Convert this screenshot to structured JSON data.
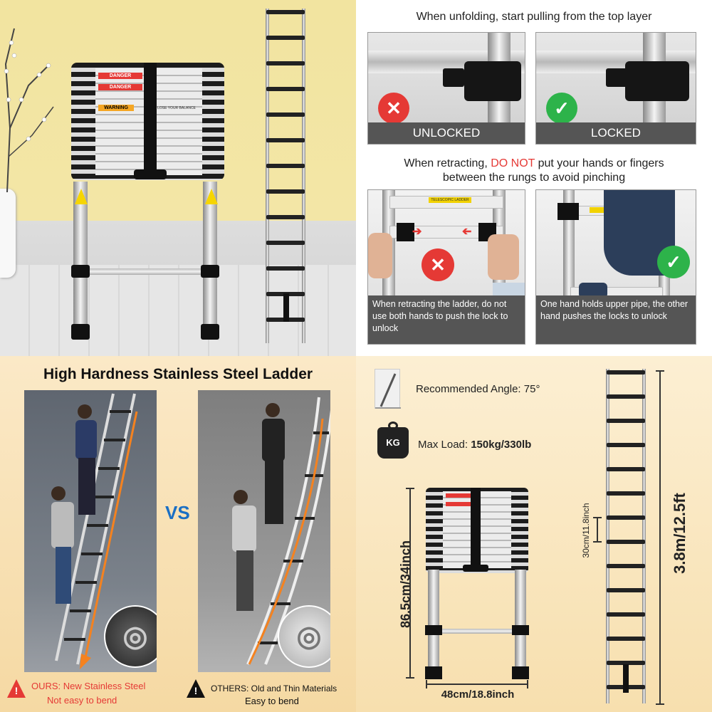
{
  "top_right": {
    "unfold_title": "When unfolding, start pulling from the top layer",
    "unlocked_label": "UNLOCKED",
    "locked_label": "LOCKED",
    "retract_title_pre": "When retracting, ",
    "retract_title_warn": "DO NOT",
    "retract_title_post": " put your hands or fingers",
    "retract_title_line2": "between the rungs to avoid pinching",
    "wrong_caption": "When retracting the ladder, do not use both hands to push the lock to unlock",
    "right_caption": "One hand holds upper pipe, the other hand pushes the locks to unlock",
    "sticker_text": "TELESCOPIC LADDER"
  },
  "top_left": {
    "danger1": "DANGER",
    "danger2": "DANGER",
    "warning": "WARNING",
    "warning_sub": "LOSE YOUR BALANCE"
  },
  "bottom_left": {
    "title": "High Hardness Stainless Steel Ladder",
    "vs": "VS",
    "ours_line1": "OURS: New Stainless Steel",
    "ours_line2": "Not easy to bend",
    "others_line1": "OTHERS: Old and Thin Materials",
    "others_line2": "Easy to bend"
  },
  "bottom_right": {
    "angle_label": "Recommended Angle: 75°",
    "kg_icon_text": "KG",
    "load_label": "Max Load: ",
    "load_value": "150kg/330lb",
    "height_folded": "86.5cm/34inch",
    "width": "48cm/18.8inch",
    "rung_spacing": "30cm/11.8inch",
    "height_extended": "3.8m/12.5ft"
  },
  "colors": {
    "danger_red": "#e53935",
    "ok_green": "#2db34a",
    "orange_arrow": "#f5821f",
    "vs_blue": "#1a6fc4"
  }
}
